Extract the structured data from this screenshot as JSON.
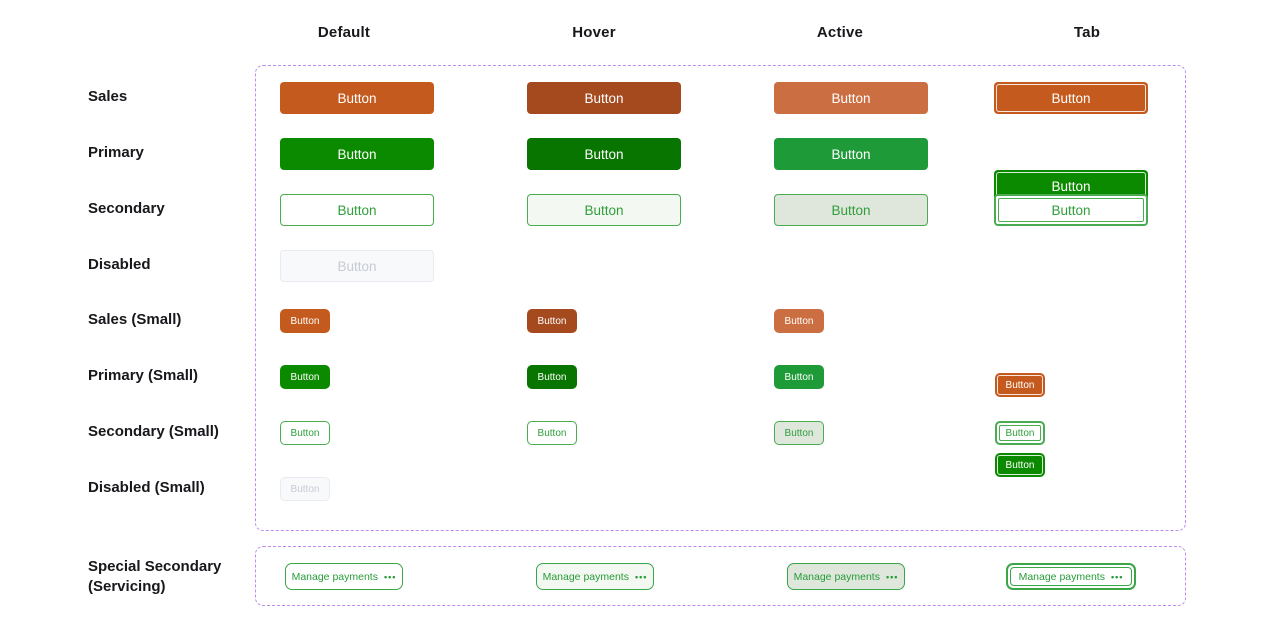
{
  "columns": [
    {
      "label": "Default"
    },
    {
      "label": "Hover"
    },
    {
      "label": "Active"
    },
    {
      "label": "Tab"
    }
  ],
  "rows": [
    {
      "label": "Sales"
    },
    {
      "label": "Primary"
    },
    {
      "label": "Secondary"
    },
    {
      "label": "Disabled"
    },
    {
      "label": "Sales (Small)"
    },
    {
      "label": "Primary (Small)"
    },
    {
      "label": "Secondary (Small)"
    },
    {
      "label": "Disabled (Small)"
    }
  ],
  "button_label": "Button",
  "special": {
    "title_line1": "Special Secondary",
    "title_line2": "(Servicing)",
    "button_label": "Manage payments",
    "more_icon": "•••"
  },
  "colors": {
    "sales_default": "#c45a1d",
    "sales_hover": "#a54a1f",
    "sales_active": "#cb6e42",
    "primary_default": "#0b8a00",
    "primary_hover": "#077500",
    "primary_active": "#1f9a38",
    "secondary_border": "#49ac50",
    "secondary_text": "#2f9e3b",
    "secondary_hover_bg": "#f4f8f2",
    "secondary_active_bg": "#dfe6dc",
    "disabled_bg": "#f8f9fb",
    "disabled_text": "#c7cbd4",
    "group_outline": "#bd8bf2"
  }
}
